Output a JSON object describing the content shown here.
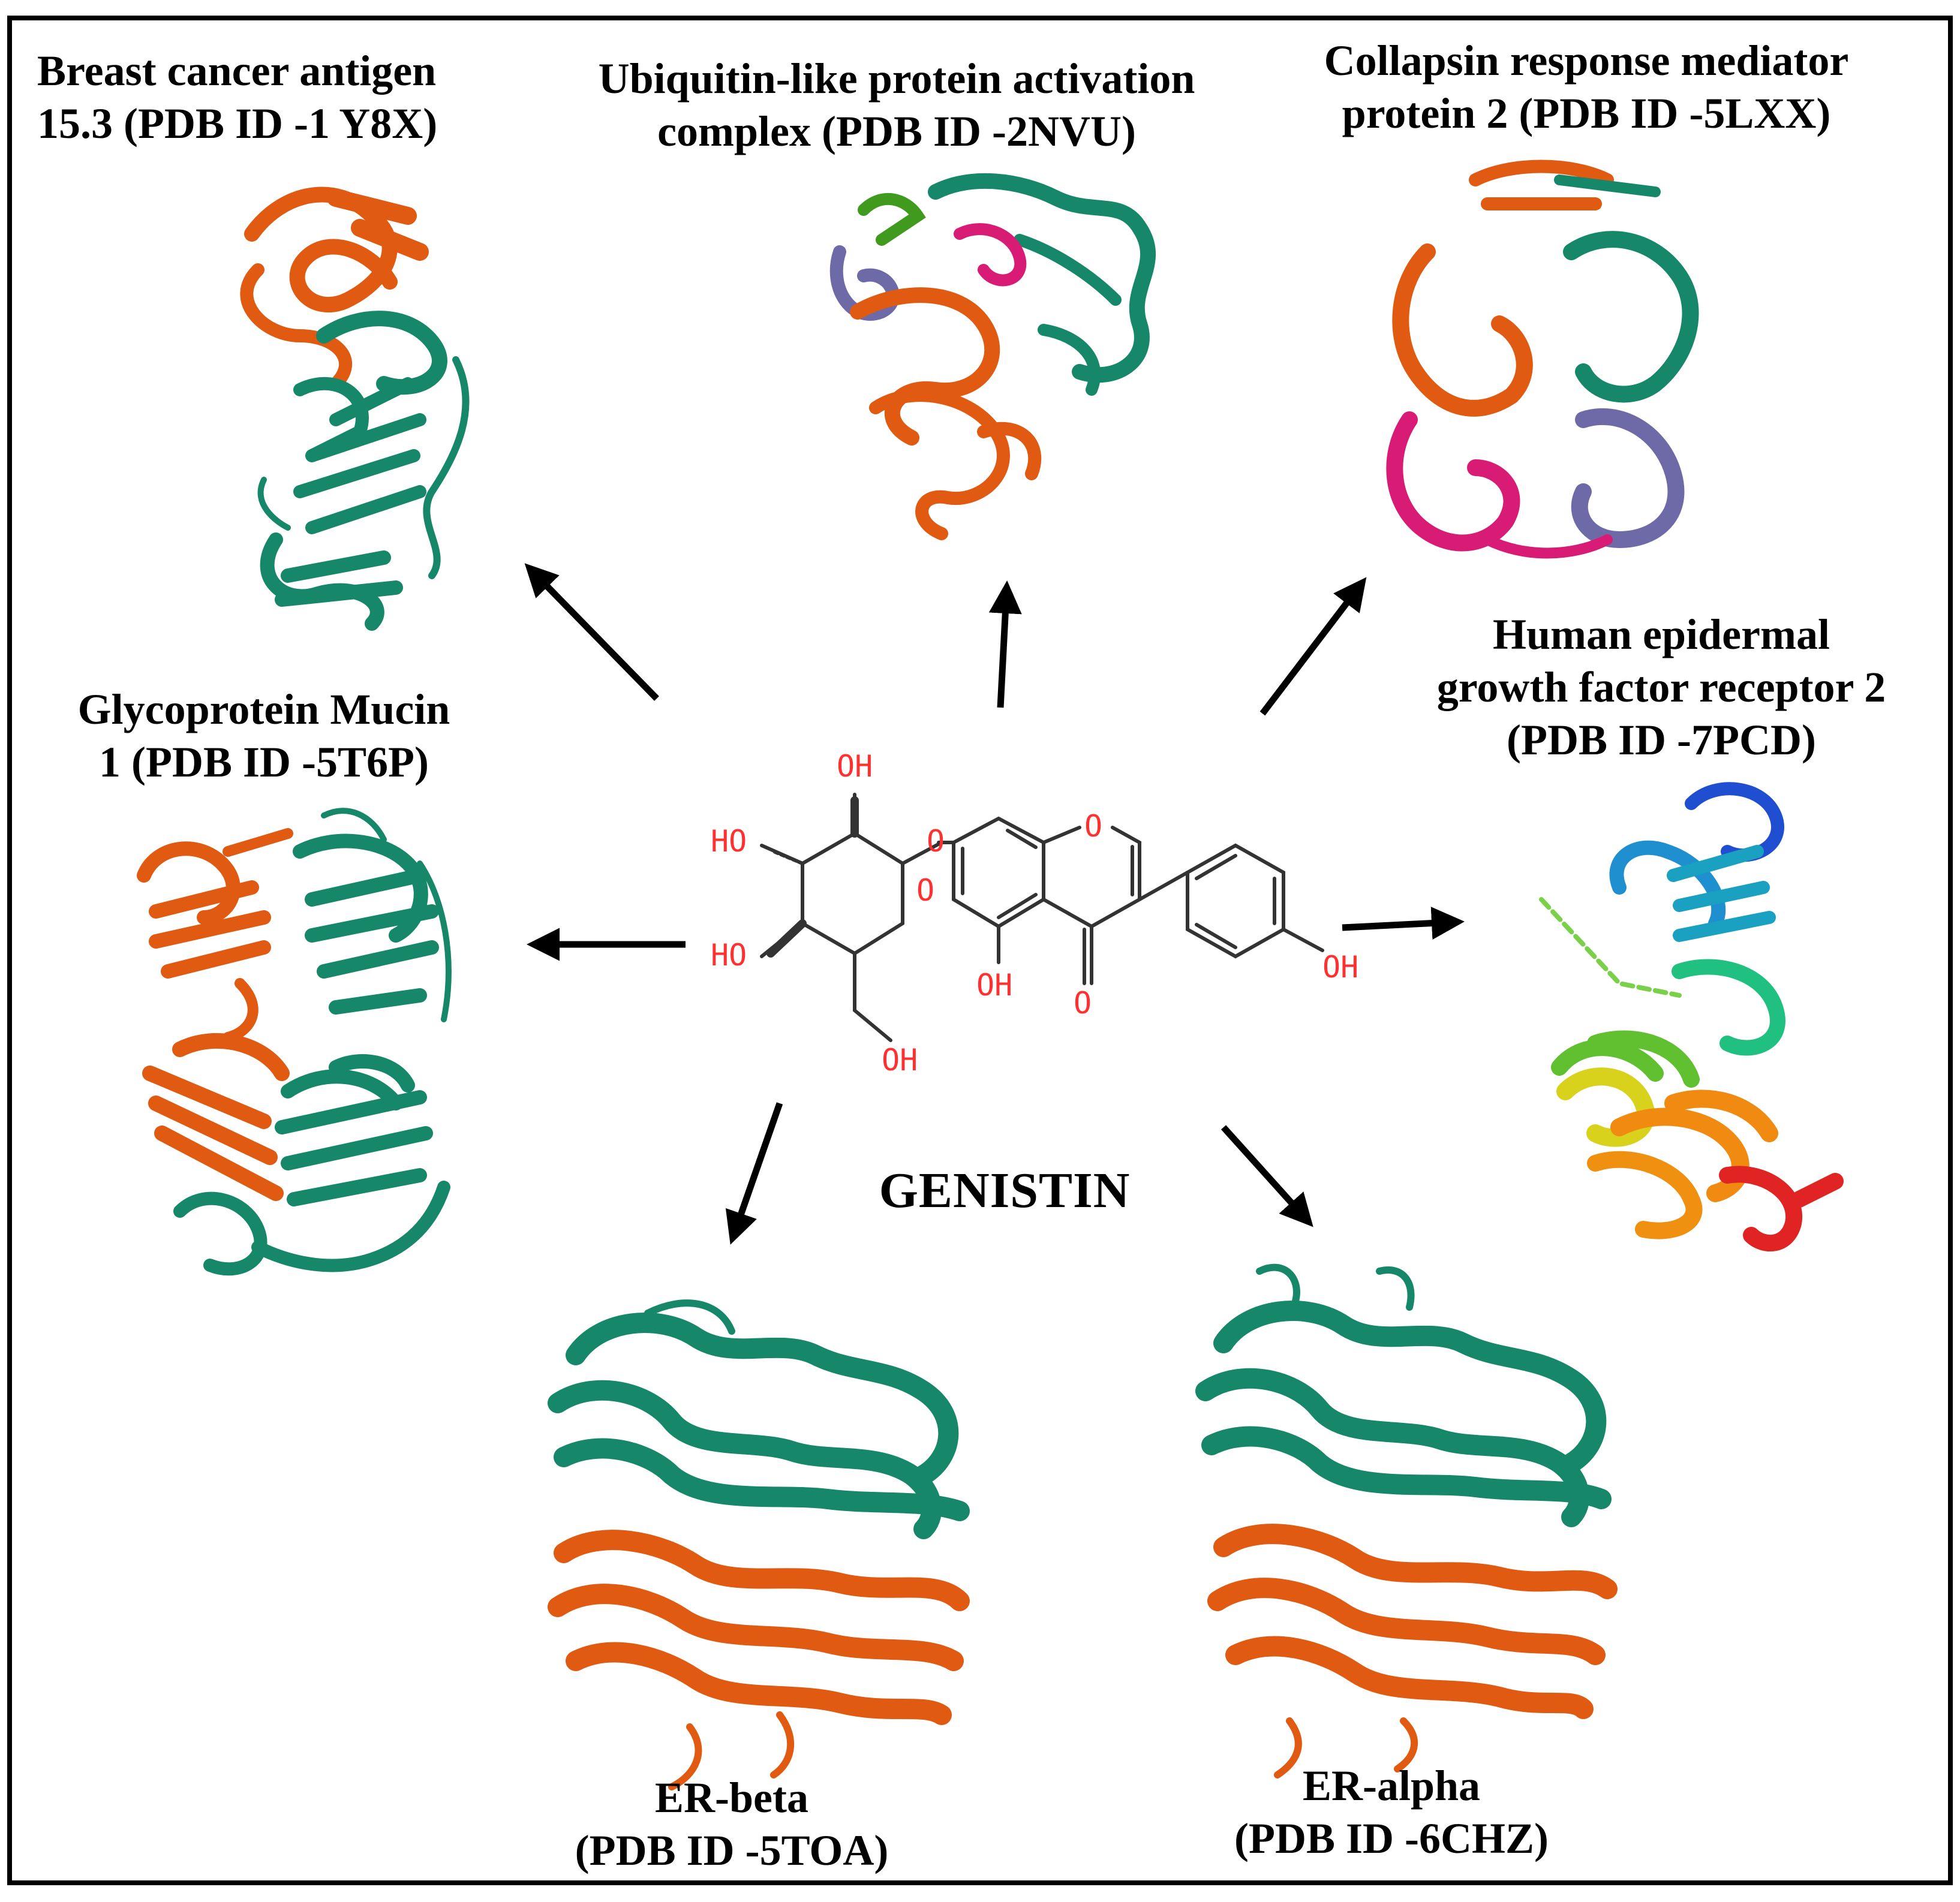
{
  "compound": {
    "name": "GENISTIN",
    "atom_labels": {
      "oh_top": "OH",
      "ho_upper": "HO",
      "ho_lower": "HO",
      "ring_o": "O",
      "glyco_o": "O",
      "chromone_o": "O",
      "oh_5": "OH",
      "keto_o": "O",
      "ch2oh": "OH",
      "oh_phenyl": "OH"
    }
  },
  "targets": [
    {
      "id": "bca",
      "line1": "Breast cancer antigen",
      "line2": "15.3 (PDB ID -1 Y8X)"
    },
    {
      "id": "ubl",
      "line1": "Ubiquitin-like protein activation",
      "line2": "complex (PDB ID -2NVU)"
    },
    {
      "id": "crmp",
      "line1": "Collapsin response mediator",
      "line2": "protein 2 (PDB ID -5LXX)"
    },
    {
      "id": "her2",
      "line1": "Human epidermal",
      "line2": "growth factor receptor 2",
      "line3": "(PDB ID -7PCD)"
    },
    {
      "id": "muc1",
      "line1": "Glycoprotein Mucin",
      "line2": "1 (PDB ID -5T6P)"
    },
    {
      "id": "erb",
      "line1": "ER-beta",
      "line2": "(PDB ID -5TOA)"
    },
    {
      "id": "era",
      "line1": "ER-alpha",
      "line2": "(PDB ID -6CHZ)"
    }
  ],
  "colors": {
    "teal": "#17876a",
    "orange": "#e05a12",
    "purple": "#6e6aa8",
    "magenta": "#d81b74",
    "green": "#3f9a1e",
    "blue": "#1f4fd0",
    "yellow": "#d8d21c",
    "red": "#e02323",
    "atom_red": "#ff3030"
  }
}
